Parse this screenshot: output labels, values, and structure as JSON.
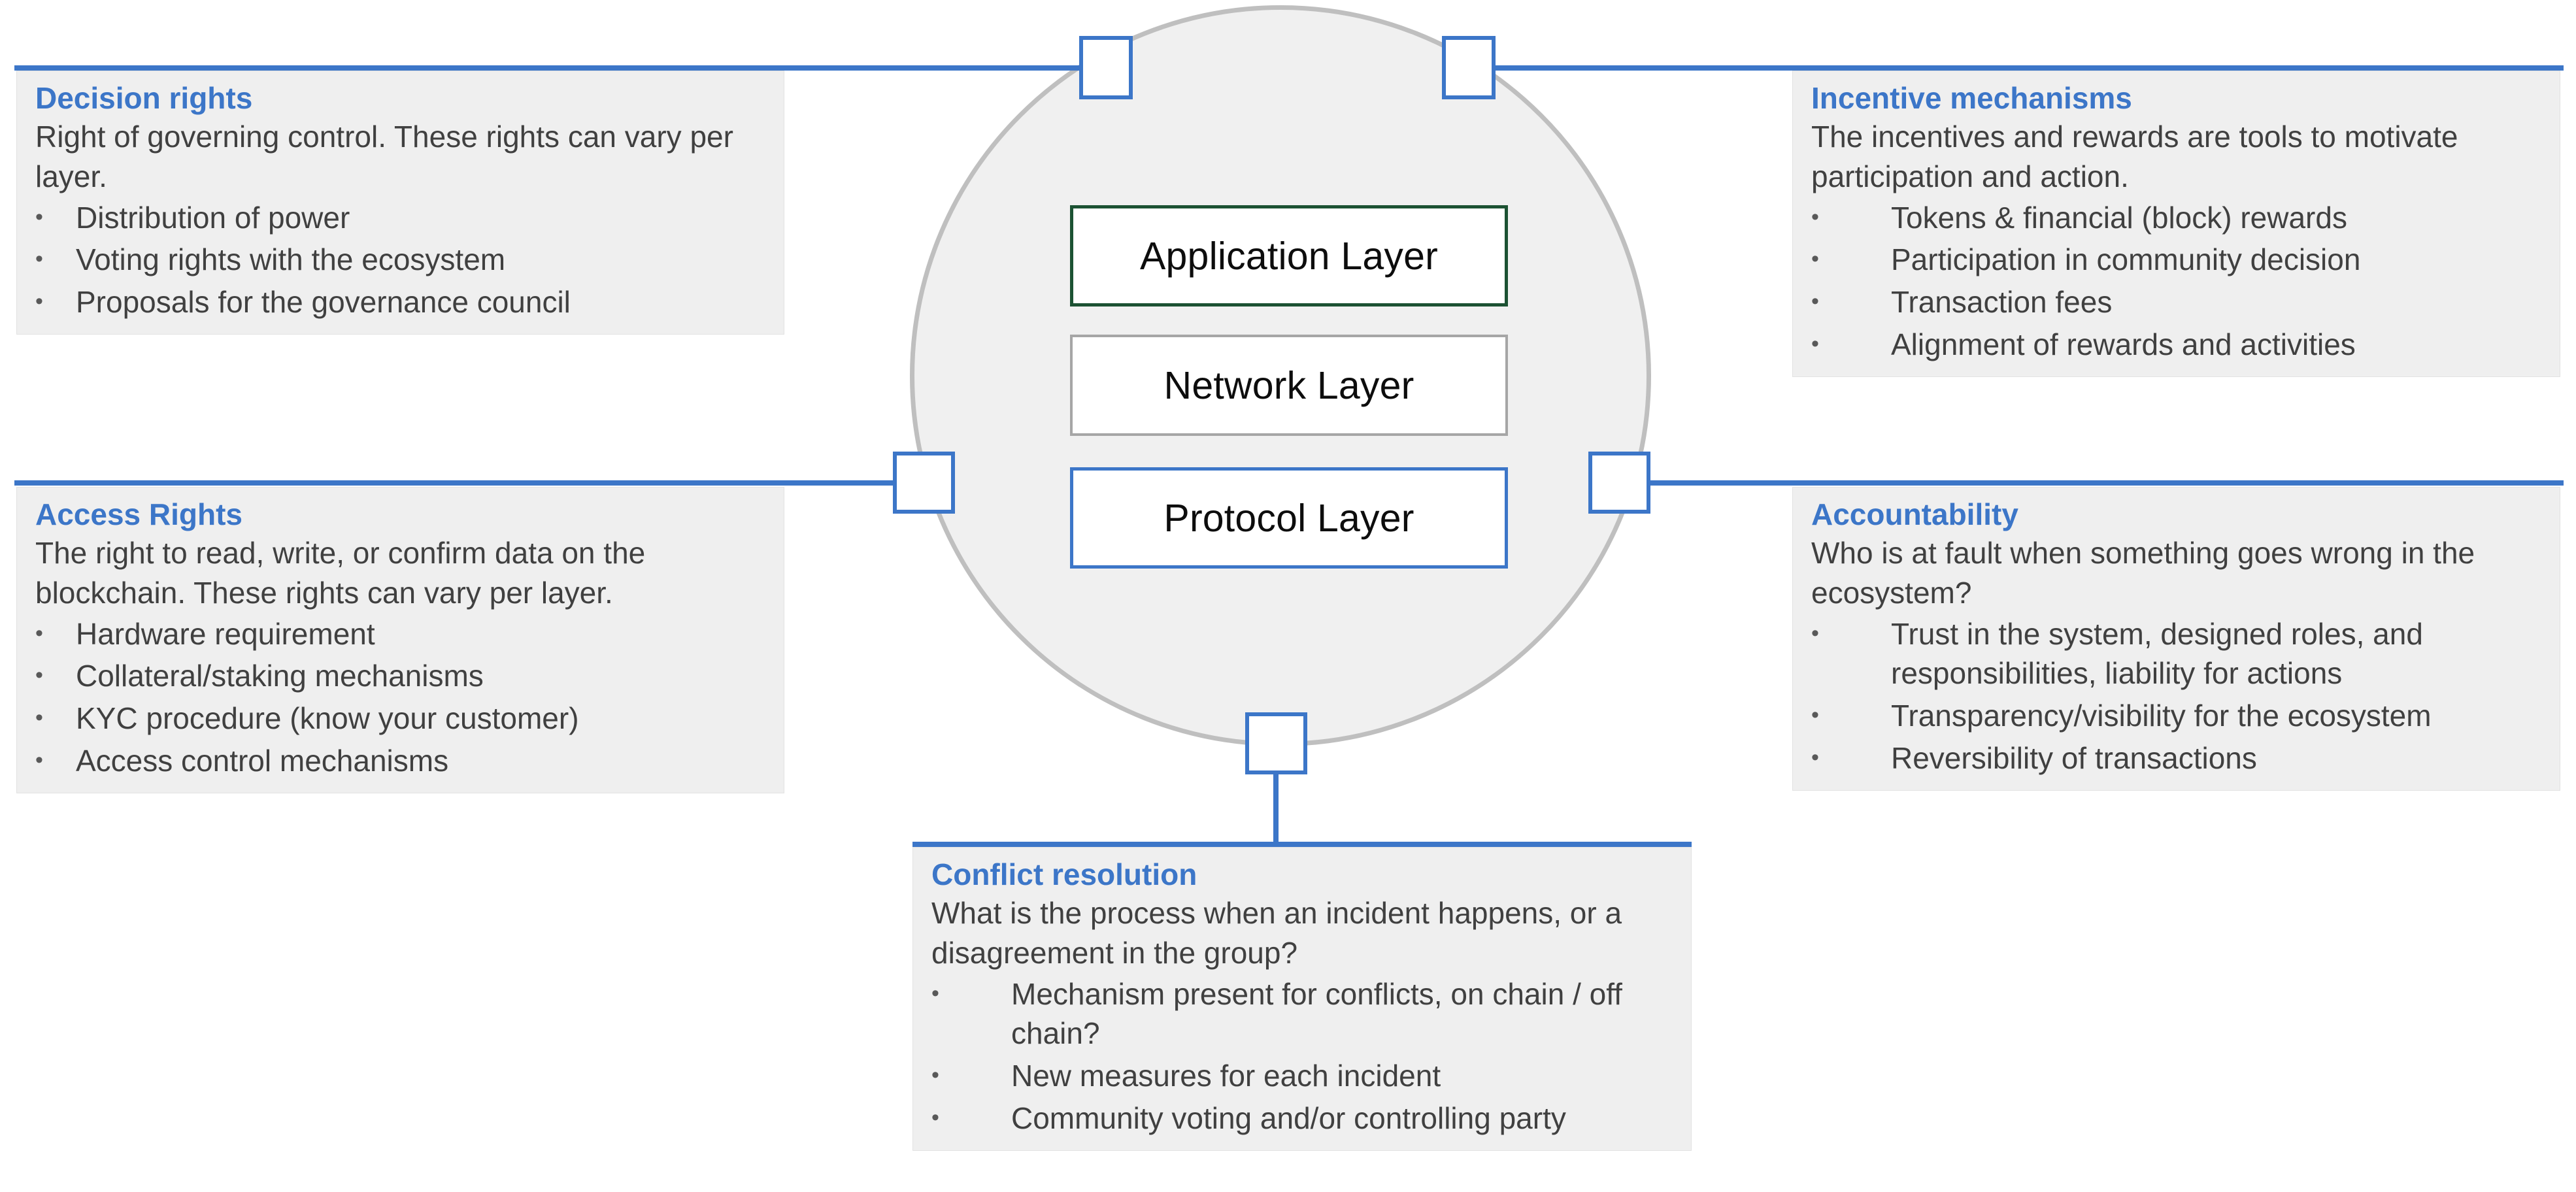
{
  "colors": {
    "accent_blue": "#3c76c8",
    "panel_bg": "#efefef",
    "circle_bg": "#f0f0f0",
    "circle_border": "#bfbfbf",
    "text_gray": "#404040",
    "application_layer_border": "#1c5233",
    "network_layer_border": "#a6a6a6",
    "protocol_layer_border": "#3c76c8"
  },
  "center": {
    "layers": [
      {
        "label": "Application Layer"
      },
      {
        "label": "Network Layer"
      },
      {
        "label": "Protocol Layer"
      }
    ]
  },
  "panels": {
    "decision_rights": {
      "title": "Decision rights",
      "description": "Right of governing control. These rights can vary per layer.",
      "bullet": "•",
      "items": [
        "Distribution of power",
        "Voting rights with the ecosystem",
        "Proposals for the governance council"
      ]
    },
    "access_rights": {
      "title": "Access Rights",
      "description": "The right to read, write, or confirm data on the blockchain. These rights can vary per layer.",
      "bullet": "•",
      "items": [
        "Hardware requirement",
        "Collateral/staking mechanisms",
        "KYC procedure (know your customer)",
        "Access control mechanisms"
      ]
    },
    "incentive_mechanisms": {
      "title": "Incentive mechanisms",
      "description": "The incentives and rewards are tools to motivate participation and action.",
      "bullet": "•",
      "items": [
        "Tokens &  financial (block) rewards",
        "Participation in community decision",
        "Transaction fees",
        "Alignment of rewards and activities"
      ]
    },
    "accountability": {
      "title": "Accountability",
      "description": "Who is at fault when something goes wrong in the ecosystem?",
      "bullet": "•",
      "items": [
        "Trust in the system, designed roles, and responsibilities, liability for actions",
        " Transparency/visibility for the ecosystem",
        "Reversibility of transactions"
      ]
    },
    "conflict_resolution": {
      "title": "Conflict resolution",
      "description": "What is the process when an incident happens, or a disagreement in the group?",
      "bullet": "•",
      "items": [
        "Mechanism present for conflicts, on chain / off chain?",
        "New measures for each incident",
        "Community voting and/or controlling party"
      ]
    }
  }
}
